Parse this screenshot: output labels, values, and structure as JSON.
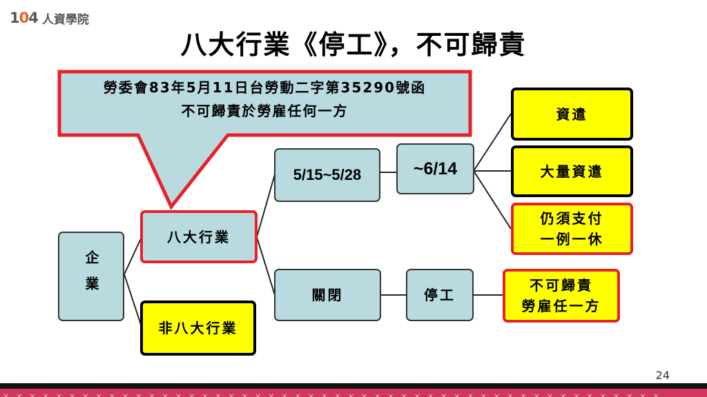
{
  "logo": {
    "number": "104",
    "text": "人資學院"
  },
  "title": "八大行業《停工》，不可歸責",
  "callout": {
    "line1": "勞委會83年5月11日台勞動二字第35290號函",
    "line2": "不可歸責於勞雇任何一方"
  },
  "nodes": {
    "enterprise": "企業",
    "eight_industries": "八大行業",
    "non_eight_industries": "非八大行業",
    "period": "5/15~5/28",
    "until": "~6/14",
    "closed": "關閉",
    "stop_work": "停工",
    "severance": "資遣",
    "mass_severance": "大量資遣",
    "pay_line1": "仍須支付",
    "pay_line2": "一例一休",
    "nonattrib_line1": "不可歸責",
    "nonattrib_line2": "勞雇任一方"
  },
  "page_number": "24",
  "footer_pattern": "✕✕✕✕✕✕✕✕✕✕✕✕✕✕✕✕✕✕✕✕✕✕✕✕✕✕✕✕✕✕✕✕✕✕✕✕✕✕✕✕✕✕✕✕✕✕✕✕✕✕",
  "colors": {
    "box_blue": "#b9dbe0",
    "highlight_yellow": "#ffff00",
    "border_red": "#e8202a",
    "footer_pink": "#d1365f"
  }
}
